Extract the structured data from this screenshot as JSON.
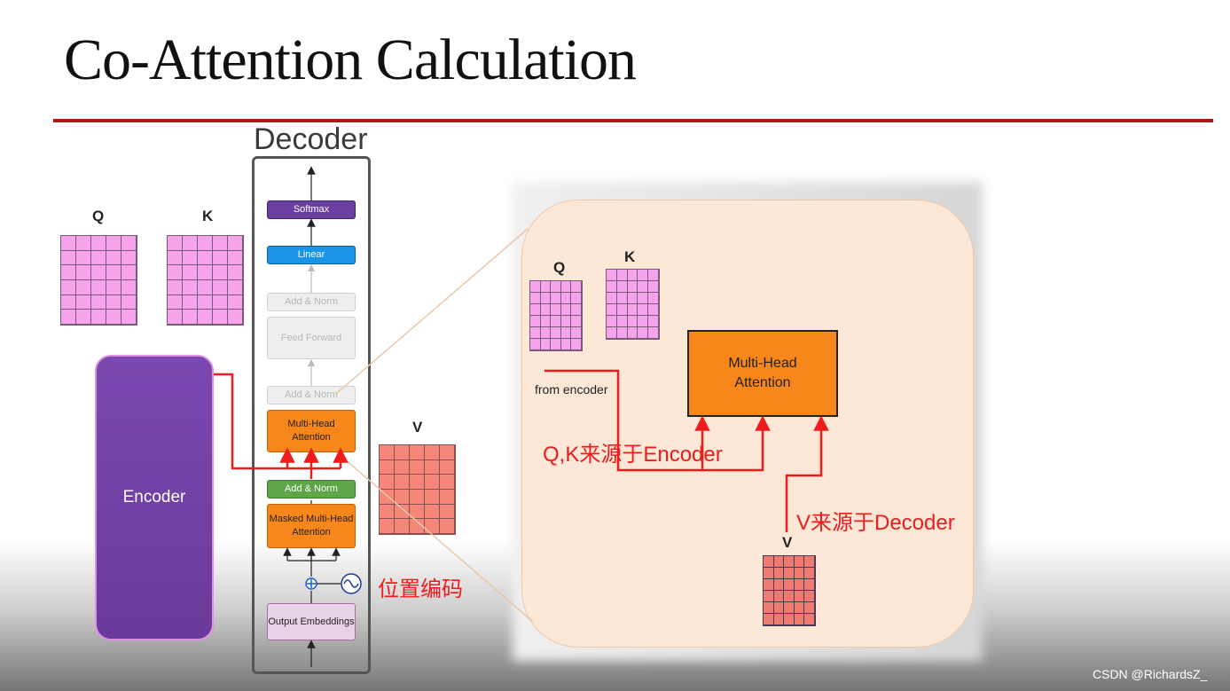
{
  "title": "Co-Attention Calculation",
  "decoder": {
    "label": "Decoder",
    "blocks": {
      "softmax": "Softmax",
      "linear": "Linear",
      "add_norm_top": "Add & Norm",
      "feed_forward": "Feed Forward",
      "add_norm_mid": "Add & Norm",
      "multi_head": "Multi-Head Attention",
      "add_norm_low": "Add & Norm",
      "masked": "Masked Multi-Head Attention",
      "output_embeddings": "Output Embeddings"
    }
  },
  "encoder": {
    "label": "Encoder"
  },
  "left_matrices": {
    "q_label": "Q",
    "k_label": "K",
    "v_label": "V"
  },
  "annotations": {
    "positional_encoding": "位置编码",
    "qk_source": "Q,K来源于Encoder",
    "v_source": "V来源于Decoder"
  },
  "zoom": {
    "q_label": "Q",
    "k_label": "K",
    "v_label": "V",
    "mha": "Multi-Head Attention",
    "from_encoder": "from encoder"
  },
  "watermark": "CSDN @RichardsZ_",
  "colors": {
    "rule": "#b01818",
    "annotation_red": "#ee1c1c",
    "orange_block": "#f7861b",
    "panel_bg": "#fde7d6"
  }
}
